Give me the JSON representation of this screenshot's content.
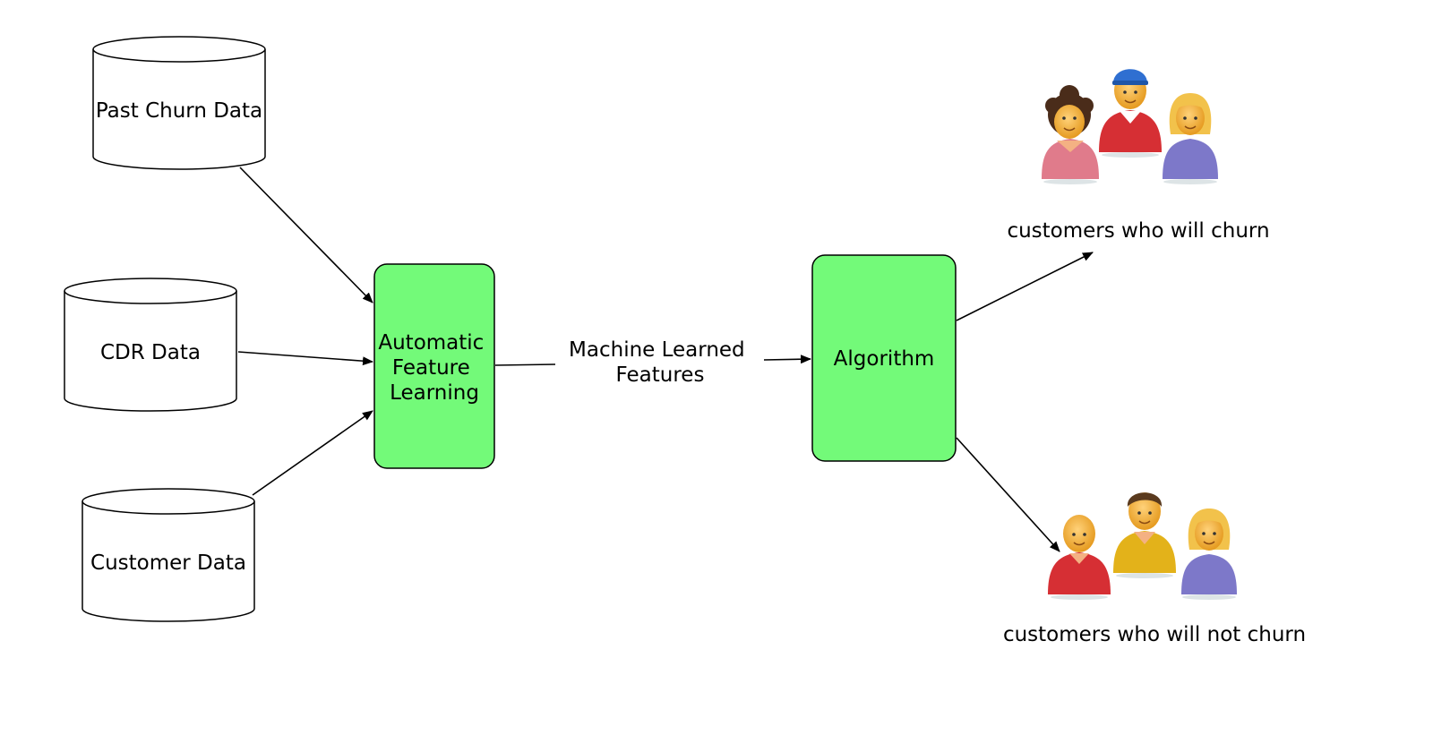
{
  "colors": {
    "process_box": "#73fa79",
    "stroke": "#000000",
    "background": "#ffffff"
  },
  "sources": [
    {
      "label": "Past Churn Data"
    },
    {
      "label": "CDR Data"
    },
    {
      "label": "Customer Data"
    }
  ],
  "process": {
    "lines": [
      "Automatic",
      "Feature",
      "Learning"
    ]
  },
  "intermediate": {
    "lines": [
      "Machine Learned",
      "Features"
    ]
  },
  "algorithm": {
    "label": "Algorithm"
  },
  "outputs": {
    "churn": {
      "label": "customers who will churn",
      "icon": "people-group-icon"
    },
    "no_churn": {
      "label": "customers who will not churn",
      "icon": "people-group-icon"
    }
  }
}
